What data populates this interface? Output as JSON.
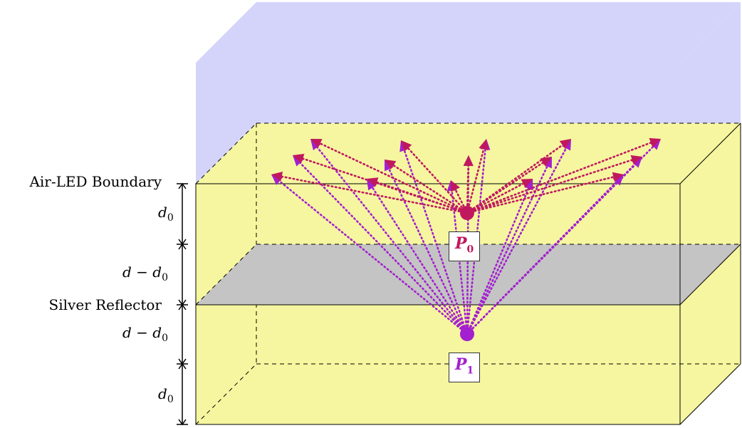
{
  "labels": {
    "air_led_boundary": "Air-LED Boundary",
    "silver_reflector": "Silver Reflector"
  },
  "dimensions": [
    {
      "main": "d",
      "sub": "0"
    },
    {
      "main": "d − d",
      "sub": "0"
    },
    {
      "main": "d − d",
      "sub": "0"
    },
    {
      "main": "d",
      "sub": "0"
    }
  ],
  "sources": {
    "p0": {
      "letter": "P",
      "sub": "0",
      "color": "#c0185e"
    },
    "p1": {
      "letter": "P",
      "sub": "1",
      "color": "#a31fcf"
    }
  },
  "colors": {
    "air": "#d4d4fb",
    "led": "#f6f6a0",
    "reflector": "#c4c4c4",
    "ray_p0": "#c0185e",
    "ray_p1": "#a31fcf"
  }
}
